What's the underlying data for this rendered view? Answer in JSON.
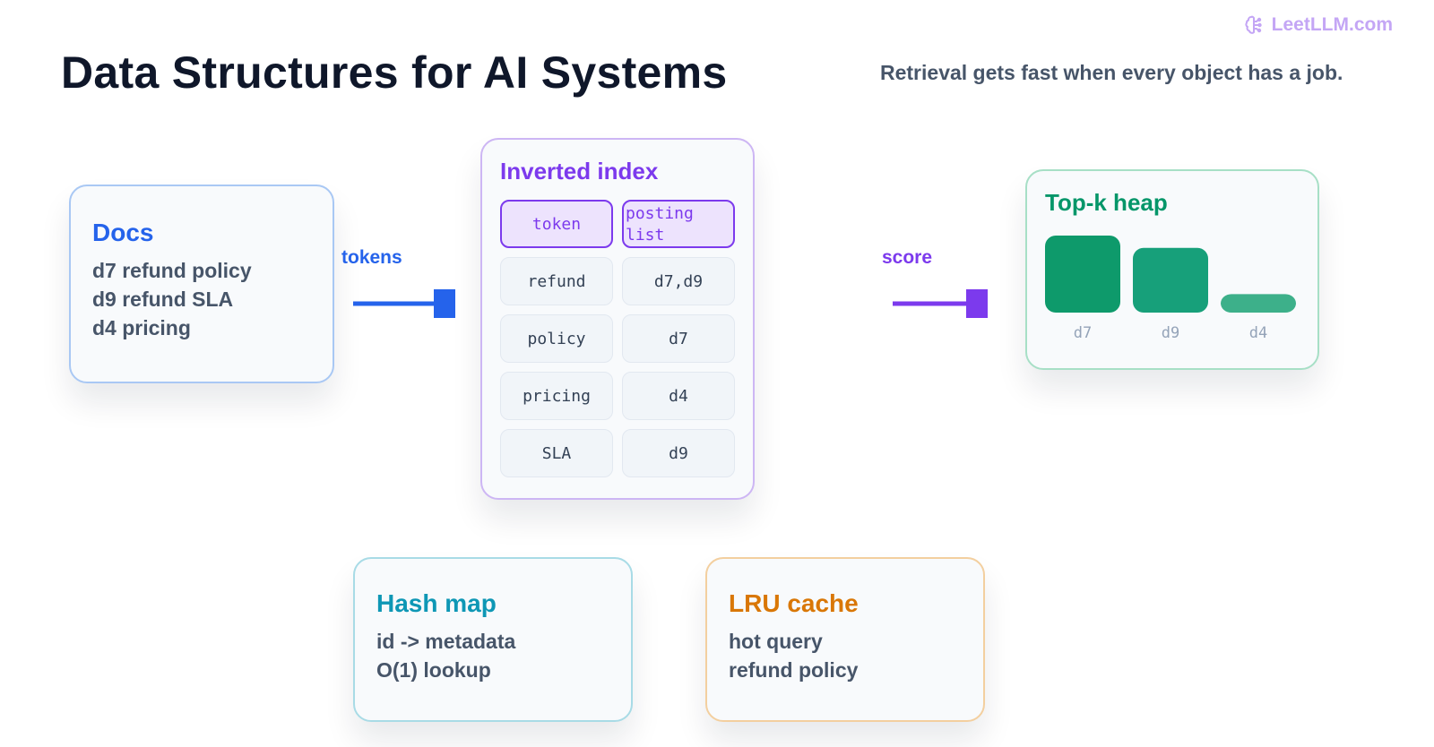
{
  "brand": {
    "name": "LeetLLM.com",
    "icon": "brain-icon"
  },
  "title": "Data Structures for AI Systems",
  "subtitle": "Retrieval gets fast when every object has a job.",
  "docs": {
    "title": "Docs",
    "lines": [
      "d7 refund policy",
      "d9 refund SLA",
      "d4 pricing"
    ]
  },
  "edges": {
    "tokens": "tokens",
    "score": "score"
  },
  "inverted_index": {
    "title": "Inverted index",
    "headers": [
      "token",
      "posting list"
    ],
    "rows": [
      [
        "refund",
        "d7,d9"
      ],
      [
        "policy",
        "d7"
      ],
      [
        "pricing",
        "d4"
      ],
      [
        "SLA",
        "d9"
      ]
    ]
  },
  "top_k_heap": {
    "title": "Top-k heap",
    "items": [
      {
        "label": "d7",
        "level": 1.0
      },
      {
        "label": "d9",
        "level": 0.84
      },
      {
        "label": "d4",
        "level": 0.24
      }
    ]
  },
  "hash_map": {
    "title": "Hash map",
    "lines": [
      "id -> metadata",
      "O(1) lookup"
    ]
  },
  "lru_cache": {
    "title": "LRU cache",
    "lines": [
      "hot query",
      "refund policy"
    ]
  },
  "colors": {
    "blue": "#2563eb",
    "purple": "#7c3aed",
    "green": "#059669",
    "teal": "#0e97b5",
    "orange": "#d97706"
  }
}
